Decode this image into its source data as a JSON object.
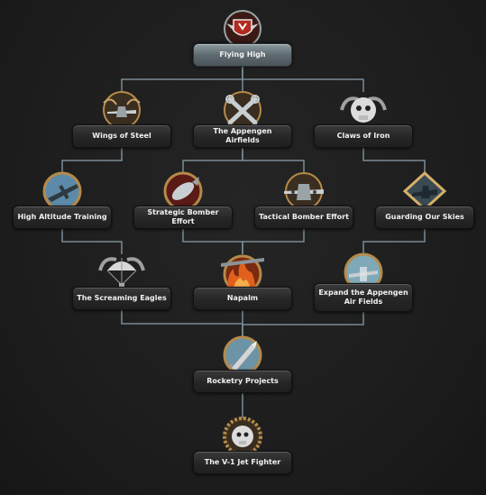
{
  "tree": {
    "nodes": [
      {
        "id": "flying_high",
        "label": "Flying High",
        "icon": "winged-shield-icon",
        "completed": true
      },
      {
        "id": "wings_of_steel",
        "label": "Wings of Steel",
        "icon": "aircraft-icon"
      },
      {
        "id": "appengen_airfields",
        "label": "The Appengen Airfields",
        "icon": "crossed-wrenches-icon"
      },
      {
        "id": "claws_of_iron",
        "label": "Claws of Iron",
        "icon": "skull-icon"
      },
      {
        "id": "high_altitude",
        "label": "High Altitude Training",
        "icon": "high-altitude-plane-icon"
      },
      {
        "id": "strategic_bomber",
        "label": "Strategic Bomber Effort",
        "icon": "bomb-icon"
      },
      {
        "id": "tactical_bomber",
        "label": "Tactical Bomber Effort",
        "icon": "bomber-plane-icon"
      },
      {
        "id": "guarding_skies",
        "label": "Guarding Our Skies",
        "icon": "fighter-formation-icon"
      },
      {
        "id": "screaming_eagles",
        "label": "The Screaming Eagles",
        "icon": "parachute-icon"
      },
      {
        "id": "napalm",
        "label": "Napalm",
        "icon": "fire-icon"
      },
      {
        "id": "expand_airfields",
        "label": "Expand the Appengen Air Fields",
        "icon": "globe-icon"
      },
      {
        "id": "rocketry",
        "label": "Rocketry Projects",
        "icon": "rocket-icon"
      },
      {
        "id": "v1_jet",
        "label": "The V-1 Jet Fighter",
        "icon": "skull-jet-icon"
      }
    ],
    "links": [
      [
        "flying_high",
        "wings_of_steel"
      ],
      [
        "flying_high",
        "appengen_airfields"
      ],
      [
        "flying_high",
        "claws_of_iron"
      ],
      [
        "wings_of_steel",
        "high_altitude"
      ],
      [
        "appengen_airfields",
        "strategic_bomber"
      ],
      [
        "appengen_airfields",
        "tactical_bomber"
      ],
      [
        "claws_of_iron",
        "guarding_skies"
      ],
      [
        "high_altitude",
        "screaming_eagles"
      ],
      [
        "strategic_bomber",
        "napalm"
      ],
      [
        "tactical_bomber",
        "napalm"
      ],
      [
        "guarding_skies",
        "expand_airfields"
      ],
      [
        "screaming_eagles",
        "rocketry"
      ],
      [
        "napalm",
        "rocketry"
      ],
      [
        "expand_airfields",
        "rocketry"
      ],
      [
        "rocketry",
        "v1_jet"
      ]
    ],
    "colors": {
      "line": "#7a8c96",
      "plate_text": "#f1f1f1",
      "bronze": "#b58a4a",
      "steel": "#9aa3a6",
      "done_plate": "#6d7a80"
    }
  }
}
